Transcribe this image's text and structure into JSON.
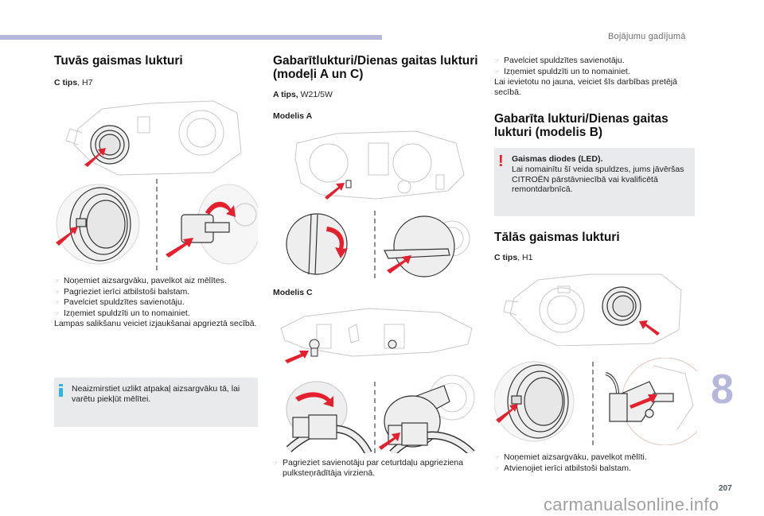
{
  "header": {
    "chapter_title": "Bojājumu gadījumā"
  },
  "col1": {
    "heading": "Tuvās gaismas lukturi",
    "type_label": "C tips",
    "type_value": ", H7",
    "steps": [
      "Noņemiet aizsargvāku, pavelkot aiz mēlītes.",
      "Pagrieziet ierīci atbilstoši balstam.",
      "Pavelciet spuldzītes savienotāju.",
      "Izņemiet spuldzīti un to nomainiet."
    ],
    "note": "Lampas salikšanu veiciet izjaukšanai apgrieztā secībā.",
    "info_box": "Neaizmirstiet uzlikt atpakaļ aizsargvāku tā, lai varētu piekļūt mēlītei."
  },
  "col2": {
    "heading": "Gabarītlukturi/Dienas gaitas lukturi (modeļi A un C)",
    "type_label": "A tips,",
    "type_value": " W21/5W",
    "model_a_label": "Modelis A",
    "model_c_label": "Modelis C",
    "steps": [
      "Pagrieziet savienotāju par ceturtdaļu apgrieziena pulksteņrādītāja virzienā."
    ]
  },
  "col3": {
    "steps_top": [
      "Pavelciet spuldzītes savienotāju.",
      "Izņemiet spuldzīti un to nomainiet."
    ],
    "note_top": "Lai ievietotu no jauna, veiciet šīs darbības pretējā secībā.",
    "heading_b": "Gabarīta lukturi/Dienas gaitas lukturi (modelis B)",
    "warning_title": "Gaismas diodes (LED).",
    "warning_text": "Lai nomainītu šī veida spuldzes, jums jāvēršas CITROËN pārstāvniecībā vai kvalificētā remontdarbnīcā.",
    "heading_high": "Tālās gaismas lukturi",
    "type_label": "C tips",
    "type_value": ", H1",
    "steps_bottom": [
      "Noņemiet aizsargvāku, pavelkot mēlīti.",
      "Atvienojiet ierīci atbilstoši balstam."
    ]
  },
  "footer": {
    "chapter_number": "8",
    "page_number": "207",
    "watermark": "carmanualsonline.info"
  },
  "colors": {
    "accent_bar": "#b5b8dc",
    "info_icon": "#32b4e6",
    "warning_icon": "#e5202e",
    "arrow_red": "#e5202e",
    "box_bg": "#e9eaeb"
  }
}
